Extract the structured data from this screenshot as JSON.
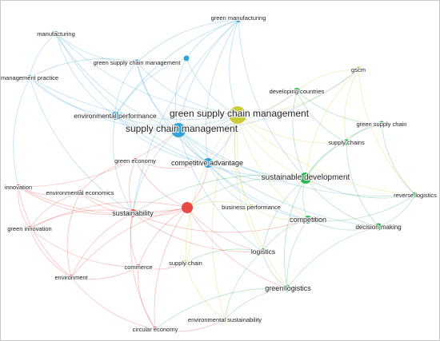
{
  "colors": {
    "cluster_blue": "#2a9fd6",
    "cluster_green": "#22b24c",
    "cluster_red": "#e8413f",
    "cluster_yellow": "#c9c92c"
  },
  "nodes": [
    {
      "id": "manufacturing",
      "label": "manufacturing",
      "cluster": "blue"
    },
    {
      "id": "green-manufacturing",
      "label": "green manufacturing",
      "cluster": "blue"
    },
    {
      "id": "green-supply-chain-management-small",
      "label": "green supply chain management",
      "cluster": "blue"
    },
    {
      "id": "blue-unlabeled",
      "label": "",
      "cluster": "blue"
    },
    {
      "id": "management-practice",
      "label": "management practice",
      "cluster": "blue"
    },
    {
      "id": "environmental-performance",
      "label": "environmental performance",
      "cluster": "blue"
    },
    {
      "id": "supply-chain-management",
      "label": "supply chain management",
      "cluster": "blue"
    },
    {
      "id": "competitive-advantage",
      "label": "competitive advantage",
      "cluster": "blue"
    },
    {
      "id": "green-supply-chain-management",
      "label": "green supply chain management",
      "cluster": "yellow"
    },
    {
      "id": "gscm",
      "label": "gscm",
      "cluster": "yellow"
    },
    {
      "id": "business-performance",
      "label": "business performance",
      "cluster": "yellow"
    },
    {
      "id": "supply-chain",
      "label": "supply chain",
      "cluster": "yellow"
    },
    {
      "id": "environmental-sustainability",
      "label": "environmental sustainability",
      "cluster": "yellow"
    },
    {
      "id": "developing-countries",
      "label": "developing countries",
      "cluster": "green"
    },
    {
      "id": "green-supply-chain",
      "label": "green supply chain",
      "cluster": "green"
    },
    {
      "id": "supply-chains",
      "label": "supply chains",
      "cluster": "green"
    },
    {
      "id": "sustainable-development",
      "label": "sustainable development",
      "cluster": "green"
    },
    {
      "id": "reverse-logistics",
      "label": "reverse logistics",
      "cluster": "green"
    },
    {
      "id": "competition",
      "label": "competition",
      "cluster": "green"
    },
    {
      "id": "decision-making",
      "label": "decision making",
      "cluster": "green"
    },
    {
      "id": "logistics",
      "label": "logistics",
      "cluster": "green"
    },
    {
      "id": "green-logistics",
      "label": "green logistics",
      "cluster": "green"
    },
    {
      "id": "green-economy",
      "label": "green economy",
      "cluster": "red"
    },
    {
      "id": "innovation",
      "label": "innovation",
      "cluster": "red"
    },
    {
      "id": "environmental-economics",
      "label": "environmental economics",
      "cluster": "red"
    },
    {
      "id": "sustainability",
      "label": "sustainability",
      "cluster": "red"
    },
    {
      "id": "red-hub",
      "label": "",
      "cluster": "red"
    },
    {
      "id": "green-innovation",
      "label": "green innovation",
      "cluster": "red"
    },
    {
      "id": "environment",
      "label": "environment",
      "cluster": "red"
    },
    {
      "id": "commerce",
      "label": "commerce",
      "cluster": "red"
    },
    {
      "id": "circular-economy",
      "label": "circular economy",
      "cluster": "red"
    }
  ]
}
